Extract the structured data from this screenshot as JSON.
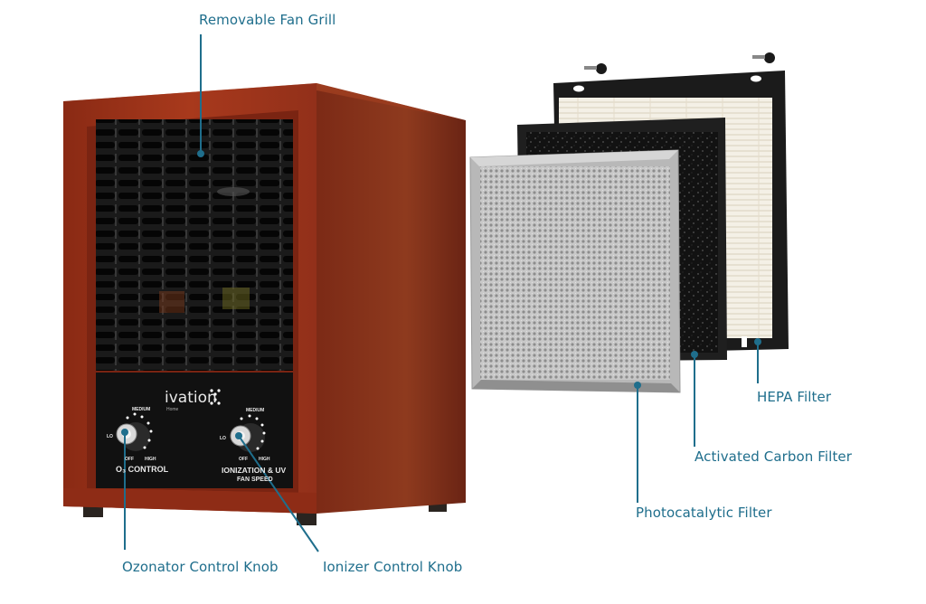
{
  "diagram": {
    "product": "air purifier",
    "brand": {
      "name": "ivation",
      "sub": "Home"
    },
    "accent_color": "#1f6e8c",
    "labels": {
      "fan_grill": "Removable Fan Grill",
      "ozonator_knob": "Ozonator Control Knob",
      "ionizer_knob": "Ionizer Control Knob",
      "photocatalytic": "Photocatalytic Filter",
      "carbon": "Activated Carbon Filter",
      "hepa": "HEPA Filter"
    },
    "control_panel": {
      "left": {
        "title": "O₃ CONTROL",
        "low": "LO",
        "medium": "MEDIUM",
        "high": "HIGH",
        "off": "OFF"
      },
      "right": {
        "title": "IONIZATION & UV",
        "subtitle": "FAN SPEED",
        "low": "LO",
        "medium": "MEDIUM",
        "high": "HIGH",
        "off": "OFF"
      }
    },
    "filters": [
      "Photocatalytic Filter",
      "Activated Carbon Filter",
      "HEPA Filter"
    ]
  }
}
